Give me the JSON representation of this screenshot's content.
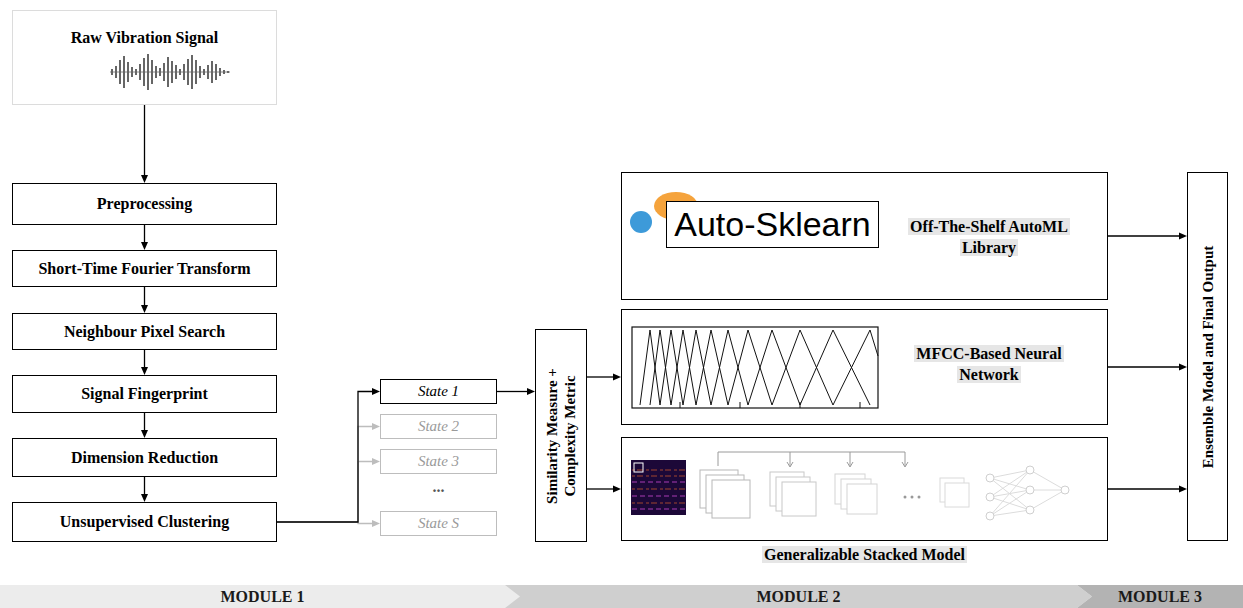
{
  "diagram": {
    "nodes": [
      {
        "text": [
          "Raw Vibration Signal"
        ]
      },
      {
        "text": [
          "Preprocessing"
        ]
      },
      {
        "text": [
          "Short-Time Fourier Transform"
        ]
      },
      {
        "text": [
          "Neighbour Pixel Search"
        ]
      },
      {
        "text": [
          "Signal Fingerprint"
        ]
      },
      {
        "text": [
          "Dimension Reduction"
        ]
      },
      {
        "text": [
          "Unsupervised Clustering"
        ]
      },
      {
        "text": [
          "State 1"
        ]
      },
      {
        "text": [
          "State 2"
        ]
      },
      {
        "text": [
          "State 3"
        ]
      },
      {
        "text": [
          "State S"
        ]
      },
      {
        "text": [
          "Similarity Measure + Complexity Metric"
        ]
      },
      {
        "text": [
          "Off-The-Shelf AutoML Library"
        ]
      },
      {
        "text": [
          "Auto-Sklearn"
        ],
        "in": 12
      },
      {
        "text": [
          "MFCC-Based Neural Network"
        ]
      },
      {
        "text": [
          "Generalizable Stacked Model"
        ]
      },
      {
        "text": [
          "Ensemble Model and Final Output"
        ]
      },
      {
        "text": [
          "MODULE 1"
        ]
      },
      {
        "text": [
          "MODULE 2"
        ]
      },
      {
        "text": [
          "MODULE 3"
        ]
      }
    ],
    "edges": [
      {
        "from": 0,
        "to": 1,
        "arrow": "to"
      },
      {
        "from": 1,
        "to": 2,
        "arrow": "to"
      },
      {
        "from": 2,
        "to": 3,
        "arrow": "to"
      },
      {
        "from": 3,
        "to": 4,
        "arrow": "to"
      },
      {
        "from": 4,
        "to": 5,
        "arrow": "to"
      },
      {
        "from": 5,
        "to": 6,
        "arrow": "to"
      },
      {
        "from": 6,
        "to": 7,
        "arrow": "to"
      },
      {
        "from": 6,
        "to": 8,
        "arrow": "to"
      },
      {
        "from": 6,
        "to": 9,
        "arrow": "to"
      },
      {
        "from": 6,
        "to": 10,
        "arrow": "to"
      },
      {
        "from": 7,
        "to": 11,
        "arrow": "to"
      },
      {
        "from": 11,
        "to": 14,
        "arrow": "to"
      },
      {
        "from": 11,
        "to": 15,
        "arrow": "to"
      },
      {
        "from": 12,
        "to": 16,
        "arrow": "to"
      },
      {
        "from": 14,
        "to": 16,
        "arrow": "to"
      },
      {
        "from": 15,
        "to": 16,
        "arrow": "to"
      }
    ],
    "labels": [
      "..."
    ]
  }
}
